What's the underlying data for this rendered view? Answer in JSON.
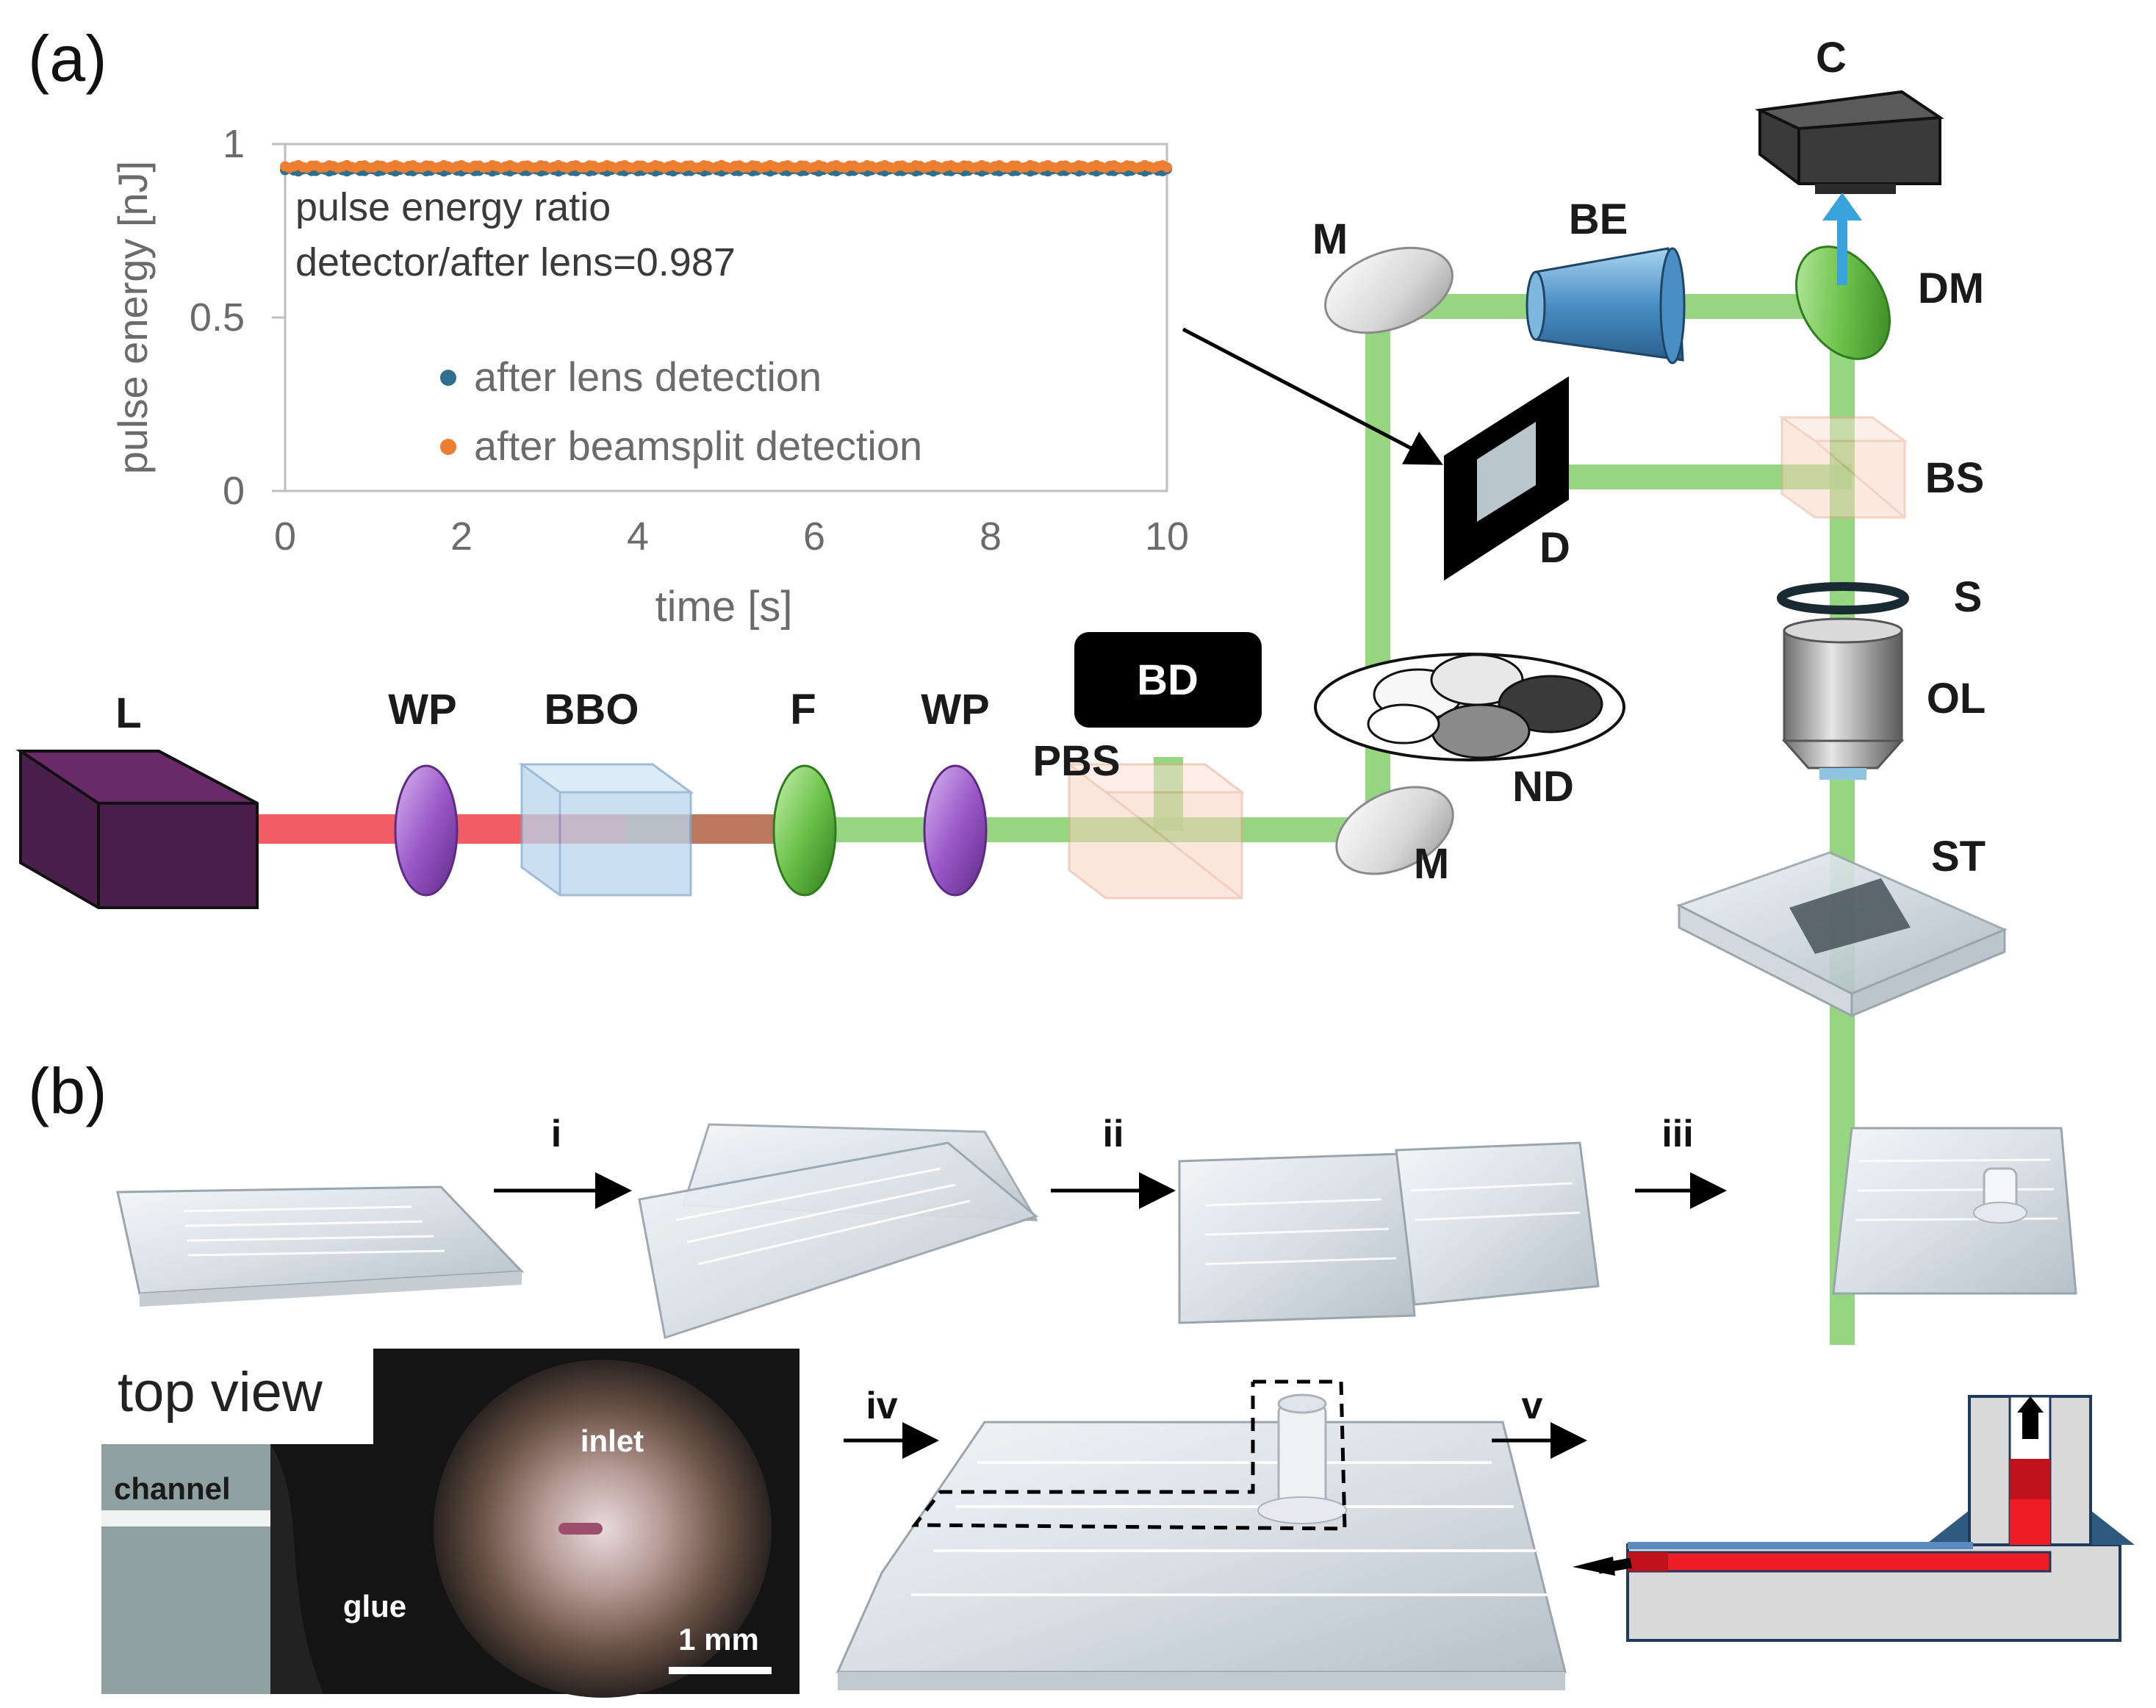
{
  "panels": {
    "a": "(a)",
    "b": "(b)"
  },
  "components": {
    "L": "L",
    "WP1": "WP",
    "BBO": "BBO",
    "F": "F",
    "WP2": "WP",
    "BD": "BD",
    "PBS": "PBS",
    "M1": "M",
    "M2": "M",
    "ND": "ND",
    "BE": "BE",
    "D": "D",
    "C": "C",
    "DM": "DM",
    "BS": "BS",
    "S": "S",
    "OL": "OL",
    "ST": "ST"
  },
  "chart_data": {
    "type": "scatter",
    "xlabel": "time [s]",
    "ylabel": "pulse energy [nJ]",
    "xlim": [
      0,
      10
    ],
    "ylim": [
      0,
      1
    ],
    "xticks": [
      "0",
      "2",
      "4",
      "6",
      "8",
      "10"
    ],
    "yticks": [
      "0",
      "0.5",
      "1"
    ],
    "annotation": [
      "pulse energy ratio",
      "detector/after lens=0.987"
    ],
    "legend_position": "inside-lower-center",
    "series": [
      {
        "name": "after lens detection",
        "color": "#2e6f8e",
        "y_approx": 0.925
      },
      {
        "name": "after beamsplit detection",
        "color": "#ed7d31",
        "y_approx": 0.935
      }
    ]
  },
  "panel_b": {
    "steps": [
      "i",
      "ii",
      "iii",
      "iv",
      "v"
    ],
    "top_view": {
      "title": "top view",
      "channel": "channel",
      "inlet": "inlet",
      "glue": "glue",
      "scale": "1 mm"
    }
  }
}
